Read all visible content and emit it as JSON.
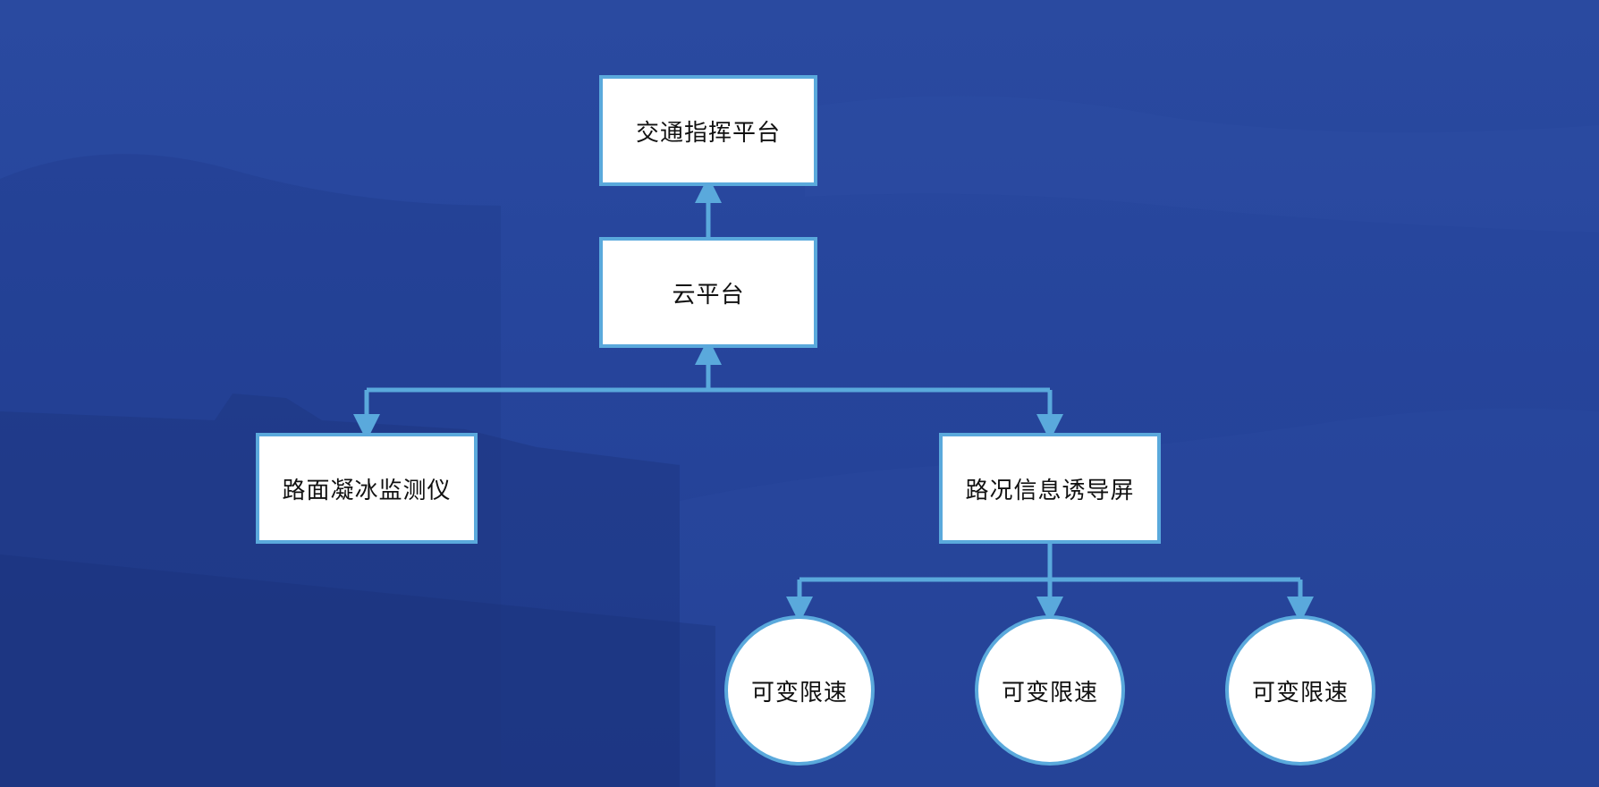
{
  "diagram": {
    "nodes": {
      "traffic_command": "交通指挥平台",
      "cloud_platform": "云平台",
      "ice_monitor": "路面凝冰监测仪",
      "guidance_screen": "路况信息诱导屏",
      "speed_1": "可变限速",
      "speed_2": "可变限速",
      "speed_3": "可变限速"
    },
    "colors": {
      "background": "#26459c",
      "node_fill": "#ffffff",
      "node_border": "#5aa9dc",
      "connector": "#5aa9dc"
    }
  }
}
